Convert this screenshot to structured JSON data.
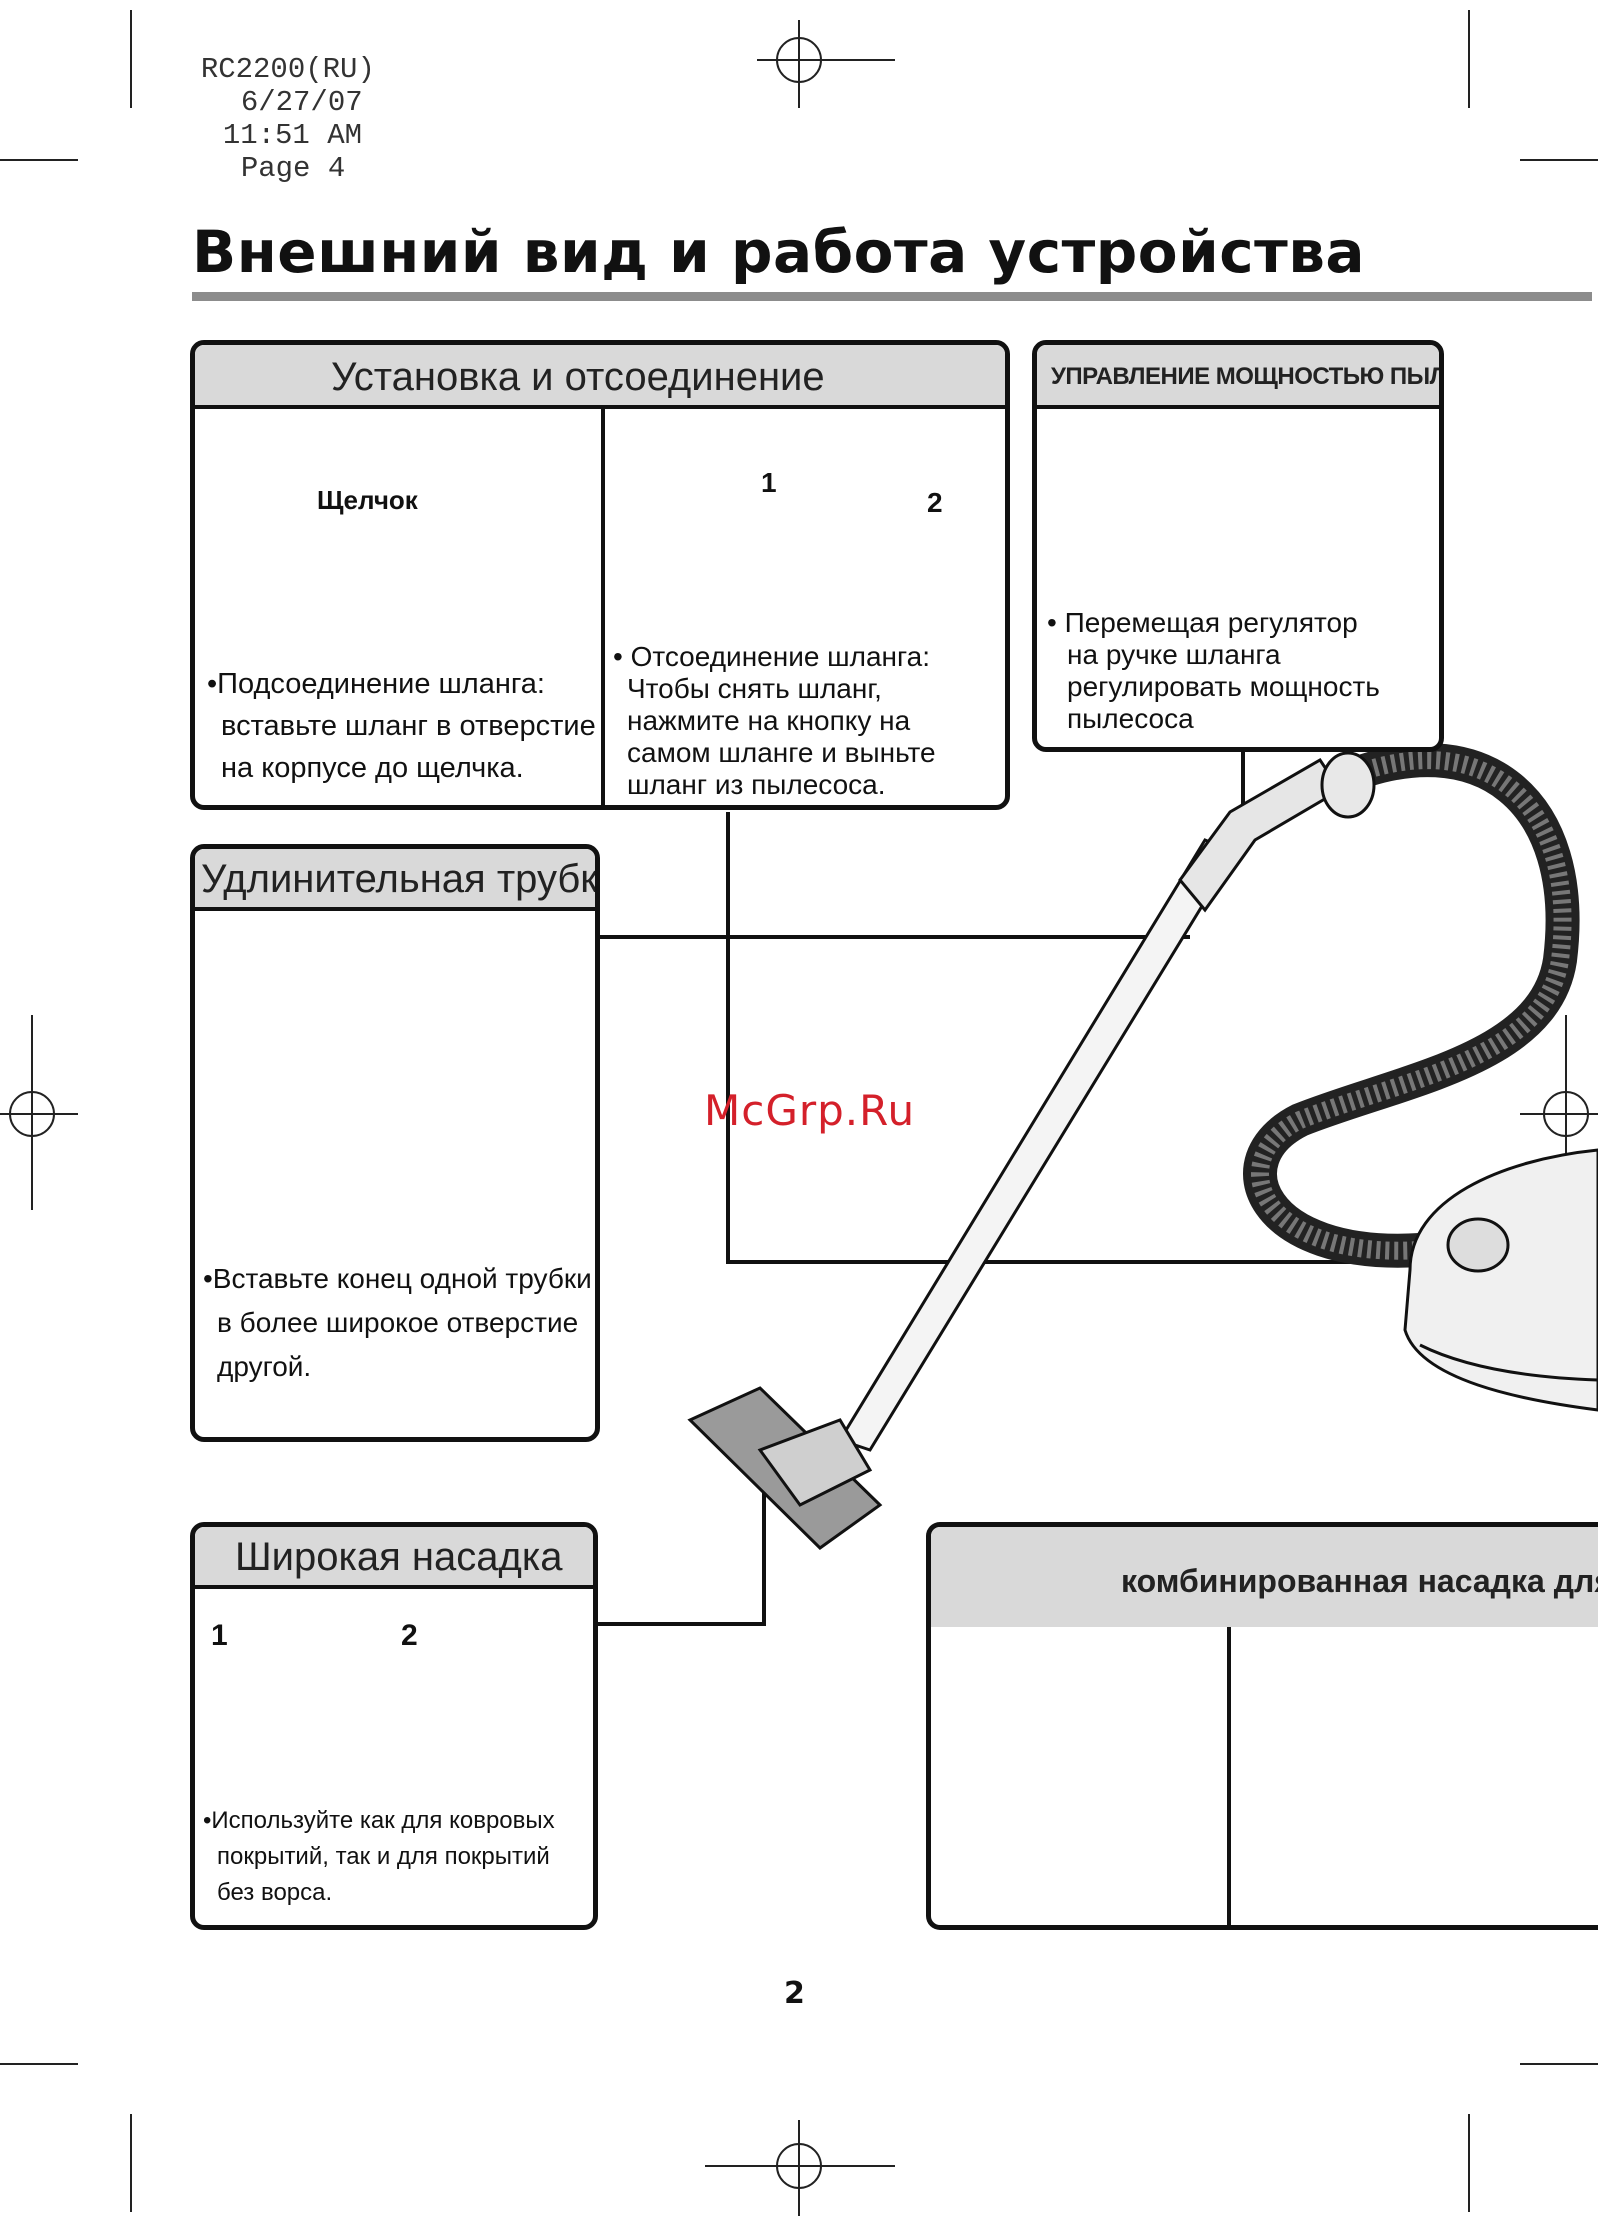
{
  "header": {
    "doc_code": "RC2200(RU)",
    "date": "6/27/07",
    "time": "11:51 AM",
    "page_label": "Page 4"
  },
  "title": "Внешний вид и работа устройства",
  "sections": {
    "install": {
      "title": "Установка и отсоединение",
      "click_label": "Щелчок",
      "step1_label": "1",
      "step2_label": "2",
      "left_text": [
        "•Подсоединение шланга:",
        "вставьте шланг в отверстие",
        "на корпусе до щелчка."
      ],
      "right_text": [
        "• Отсоединение шланга:",
        "Чтобы снять шланг,",
        "нажмите на кнопку на",
        "самом шланге и выньте",
        "шланг из пылесоса."
      ]
    },
    "power": {
      "title": "УПРАВЛЕНИЕ МОЩНОСТЬЮ ПЫЛЕСОСА",
      "text": [
        "• Перемещая регулятор",
        "на ручке шланга",
        "регулировать мощность",
        "пылесоса"
      ]
    },
    "tube": {
      "title": "Удлинительная трубка",
      "text": [
        "•Вставьте конец одной трубки",
        "в более широкое отверстие",
        "другой."
      ]
    },
    "nozzle": {
      "title": "Широкая насадка",
      "mode1_label": "1",
      "mode2_label": "2",
      "text": [
        "•Используйте как для ковровых",
        "покрытий, так и для покрытий",
        "без ворса."
      ]
    },
    "combo": {
      "title": "комбинированная насадка для ш"
    }
  },
  "watermark": "McGrp.Ru",
  "page_number": "2",
  "colors": {
    "ink": "#111111",
    "panel_header": "#d9d9d9",
    "rule_gray": "#8c8c8c",
    "watermark_red": "#d4202a"
  }
}
